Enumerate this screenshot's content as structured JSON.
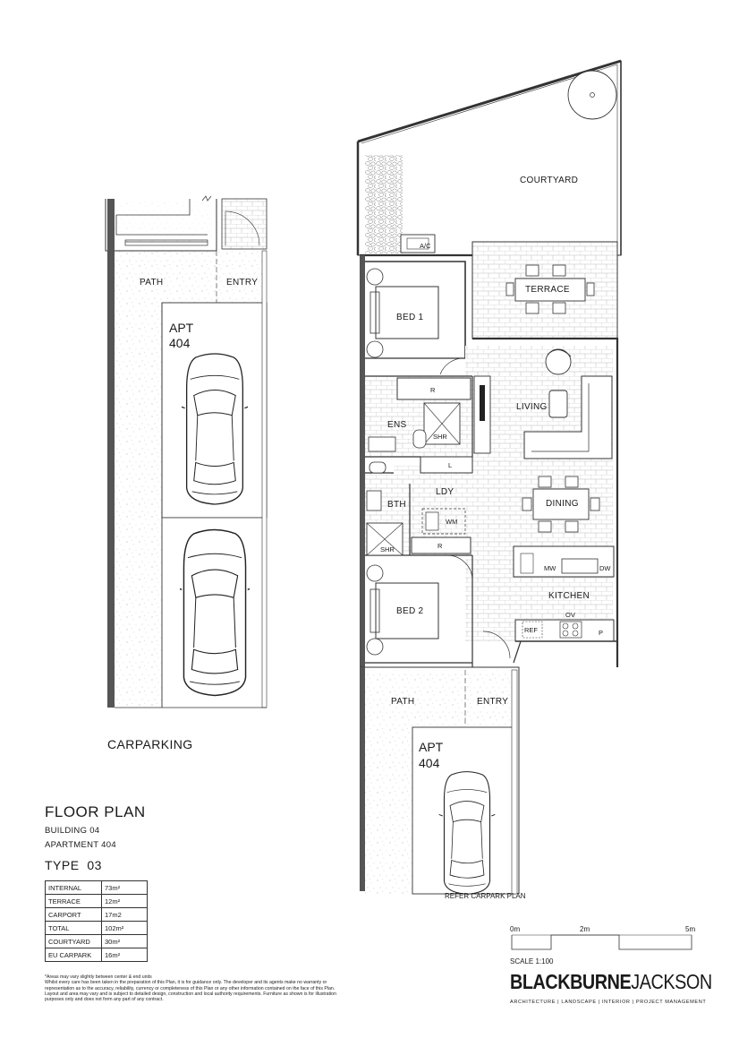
{
  "carparking": {
    "title": "CARPARKING",
    "path_label": "PATH",
    "entry_label": "ENTRY",
    "apt_line1": "APT",
    "apt_line2": "404"
  },
  "plan": {
    "rooms": {
      "courtyard": "COURTYARD",
      "terrace": "TERRACE",
      "bed1": "BED 1",
      "bed2": "BED 2",
      "living": "LIVING",
      "dining": "DINING",
      "kitchen": "KITCHEN",
      "ens": "ENS",
      "bth": "BTH",
      "ldy": "LDY",
      "path": "PATH",
      "entry": "ENTRY"
    },
    "fixtures": {
      "ac": "A/C",
      "shr_ens": "SHR",
      "shr_bth": "SHR",
      "robe_bed1": "R",
      "robe_bed2": "R",
      "linen": "L",
      "wm": "WM",
      "mw": "MW",
      "dw": "DW",
      "ov": "OV",
      "ref": "REF",
      "pantry": "P"
    },
    "apt_line1": "APT",
    "apt_line2": "404",
    "refer_note": "REFER CARPARK PLAN"
  },
  "info": {
    "title": "FLOOR PLAN",
    "building": "BUILDING 04",
    "apartment": "APARTMENT 404",
    "type": "TYPE  03",
    "areas": [
      {
        "label": "INTERNAL",
        "value": "73m²"
      },
      {
        "label": "TERRACE",
        "value": "12m²"
      },
      {
        "label": "CARPORT",
        "value": "17m2"
      },
      {
        "label": "TOTAL",
        "value": "102m²"
      },
      {
        "label": "COURTYARD",
        "value": "30m²"
      },
      {
        "label": "EU CARPARK",
        "value": "16m²"
      }
    ],
    "disclaimer": "*Areas may vary slightly between center & end units\nWhilst every care has been taken in the preparation of this Plan, it is for guidance only. The developer and its agents make no warranty or representation as to the accuracy, reliability, currency or completeness of this Plan or any other information contained on the face of this Plan. Layout and area may vary and is subject to detailed design, construction and local authority requirements. Furniture as shown is for illustration purposes only and does not form any part of any contract."
  },
  "scale": {
    "tick_0": "0m",
    "tick_2": "2m",
    "tick_5": "5m",
    "label": "SCALE 1:100"
  },
  "brand": {
    "logo_part1": "BLACKBURNE",
    "logo_part2": "JACKSON",
    "tagline": "ARCHITECTURE | LANDSCAPE | INTERIOR | PROJECT MANAGEMENT"
  }
}
